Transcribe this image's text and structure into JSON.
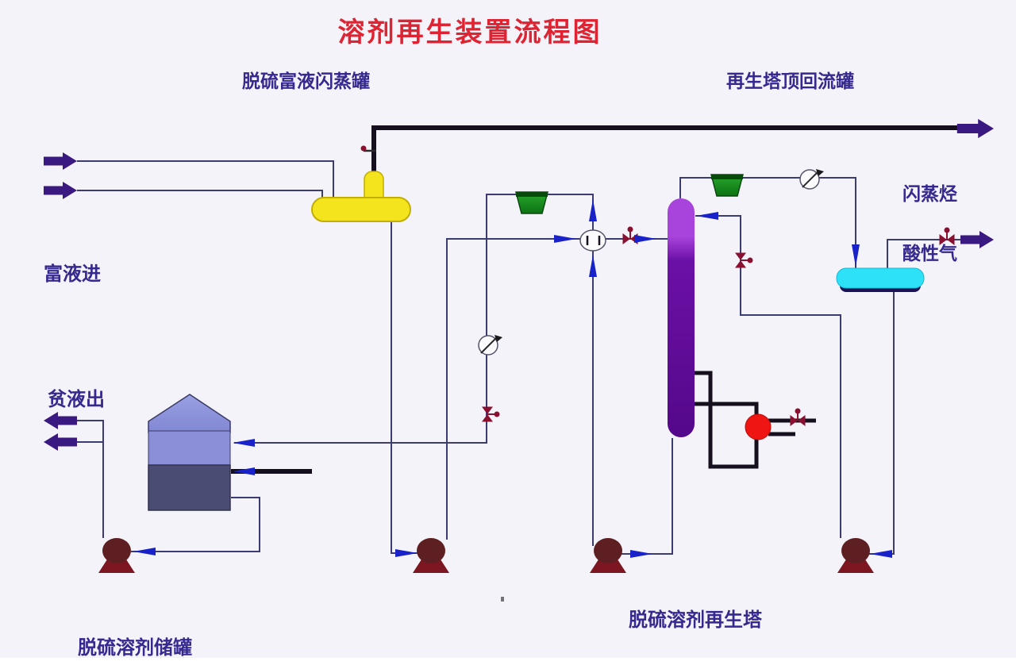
{
  "title": {
    "text": "溶剂再生装置流程图",
    "color": "#de2433"
  },
  "labels": {
    "flash_drum": "脱硫富液闪蒸罐",
    "reflux_drum": "再生塔顶回流罐",
    "flash_hc": "闪蒸烃",
    "acid_gas": "酸性气",
    "rich_in": "富液进",
    "lean_out": "贫液出",
    "storage_tank": "脱硫溶剂储罐",
    "regen_tower": "脱硫溶剂再生塔"
  },
  "colors": {
    "background": "#f4f3f9",
    "title_red": "#de2433",
    "label_indigo": "#35288f",
    "pipe_blue": "#3c3c72",
    "pipe_black": "#16101e",
    "flow_arrow_blue": "#1822c8",
    "stream_arrow_purple": "#3a1a80",
    "flash_drum_yellow": "#f4e41e",
    "column_light_purple": "#a843dc",
    "column_dark_purple": "#54088a",
    "reflux_drum_cyan": "#2de2f6",
    "storage_upper": "#8a8fd8",
    "storage_lower": "#4b4c74",
    "pump_maroon": "#5e1f22",
    "pump_base": "#7c1722",
    "reboiler_red": "#ee1512",
    "funnel_green": "#1e9a26",
    "valve_maroon": "#8a1030"
  },
  "equipment": [
    {
      "id": "flash-drum",
      "shape": "horizontal rounded vessel with neck",
      "color": "#f4e41e"
    },
    {
      "id": "regenerator-column",
      "shape": "vertical rounded column",
      "color": "#54088a"
    },
    {
      "id": "reflux-drum",
      "shape": "horizontal rounded vessel",
      "color": "#2de2f6"
    },
    {
      "id": "storage-tank",
      "shape": "house-shaped tank",
      "color": "#8a8fd8"
    },
    {
      "id": "reboiler",
      "shape": "circle on black loop",
      "color": "#ee1512"
    },
    {
      "id": "pump",
      "count": 4,
      "shape": "circle with trapezoid base",
      "color": "#5e1f22"
    },
    {
      "id": "funnel",
      "count": 2,
      "shape": "inverted trapezoid",
      "color": "#1e9a26"
    },
    {
      "id": "instrument-circle",
      "count": 2,
      "shape": "circle with diagonal arrow",
      "color": "#fbfbfd"
    },
    {
      "id": "exchanger-junction",
      "shape": "circle with inner ticks",
      "color": "#fbfbfd"
    },
    {
      "id": "hand-valve",
      "count": 6,
      "color": "#8a1030"
    }
  ]
}
